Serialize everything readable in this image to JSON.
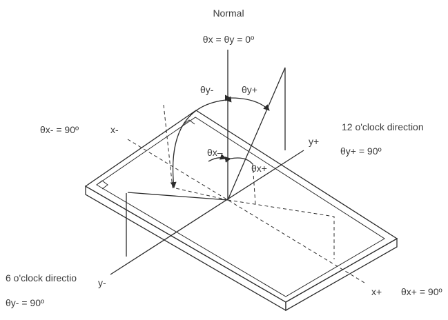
{
  "labels": {
    "normal": "Normal",
    "normal_angle": "θx = θy = 0º",
    "theta_y_minus": "θy-",
    "theta_y_plus": "θy+",
    "theta_x_minus": "θx–",
    "theta_x_plus": "θx+",
    "x_minus_axis": "x-",
    "x_plus_axis": "x+",
    "y_minus_axis": "y-",
    "y_plus_axis": "y+",
    "theta_x_minus_90": "θx- = 90º",
    "theta_x_plus_90": "θx+ = 90º",
    "theta_y_plus_90": "θy+ = 90º",
    "theta_y_minus_90": "θy- = 90º",
    "twelve_oclock": "12 o'clock direction",
    "six_oclock": "6 o'clock directio"
  },
  "colors": {
    "line": "#2b2b2b",
    "text": "#3a3a3a",
    "background": "#ffffff"
  }
}
